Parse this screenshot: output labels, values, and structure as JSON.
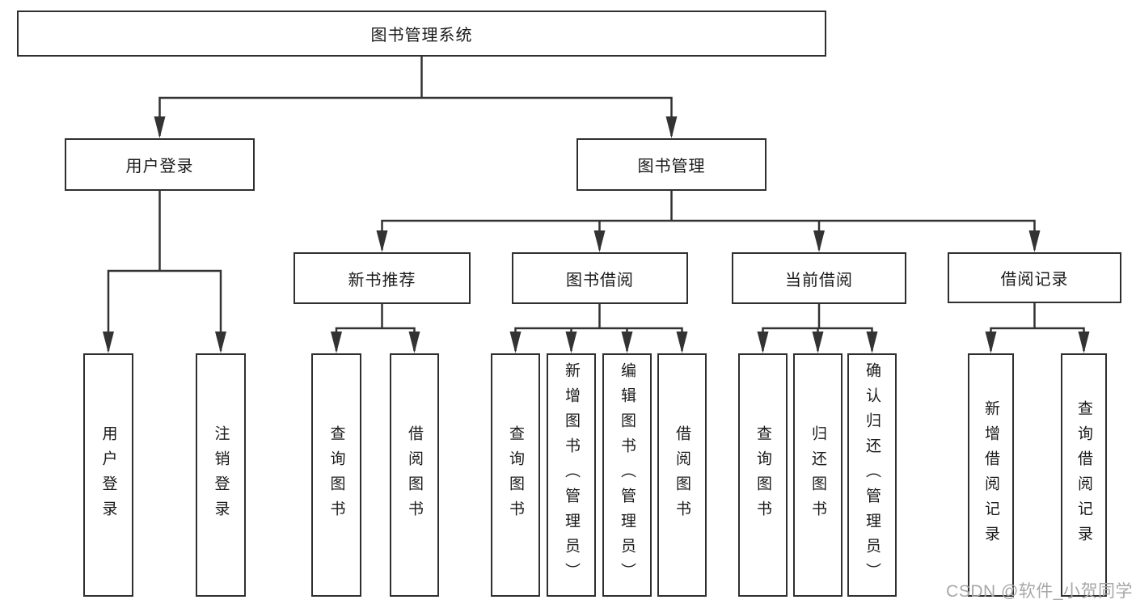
{
  "tree": {
    "root": "图书管理系统",
    "children": [
      {
        "label": "用户登录",
        "children": [
          {
            "label": "用户登录"
          },
          {
            "label": "注销登录"
          }
        ]
      },
      {
        "label": "图书管理",
        "children": [
          {
            "label": "新书推荐",
            "children": [
              {
                "label": "查询图书"
              },
              {
                "label": "借阅图书"
              }
            ]
          },
          {
            "label": "图书借阅",
            "children": [
              {
                "label": "查询图书"
              },
              {
                "label": "新增图书（管理员）"
              },
              {
                "label": "编辑图书（管理员）"
              },
              {
                "label": "借阅图书"
              }
            ]
          },
          {
            "label": "当前借阅",
            "children": [
              {
                "label": "查询图书"
              },
              {
                "label": "归还图书"
              },
              {
                "label": "确认归还（管理员）"
              }
            ]
          },
          {
            "label": "借阅记录",
            "children": [
              {
                "label": "新增借阅记录"
              },
              {
                "label": "查询借阅记录"
              }
            ]
          }
        ]
      }
    ]
  },
  "watermark": "CSDN @软件_小贺同学",
  "colors": {
    "line": "#333333",
    "box_border": "#2f2f2f",
    "text": "#1a1a1a",
    "watermark": "#a7a7a7",
    "background": "#ffffff"
  }
}
